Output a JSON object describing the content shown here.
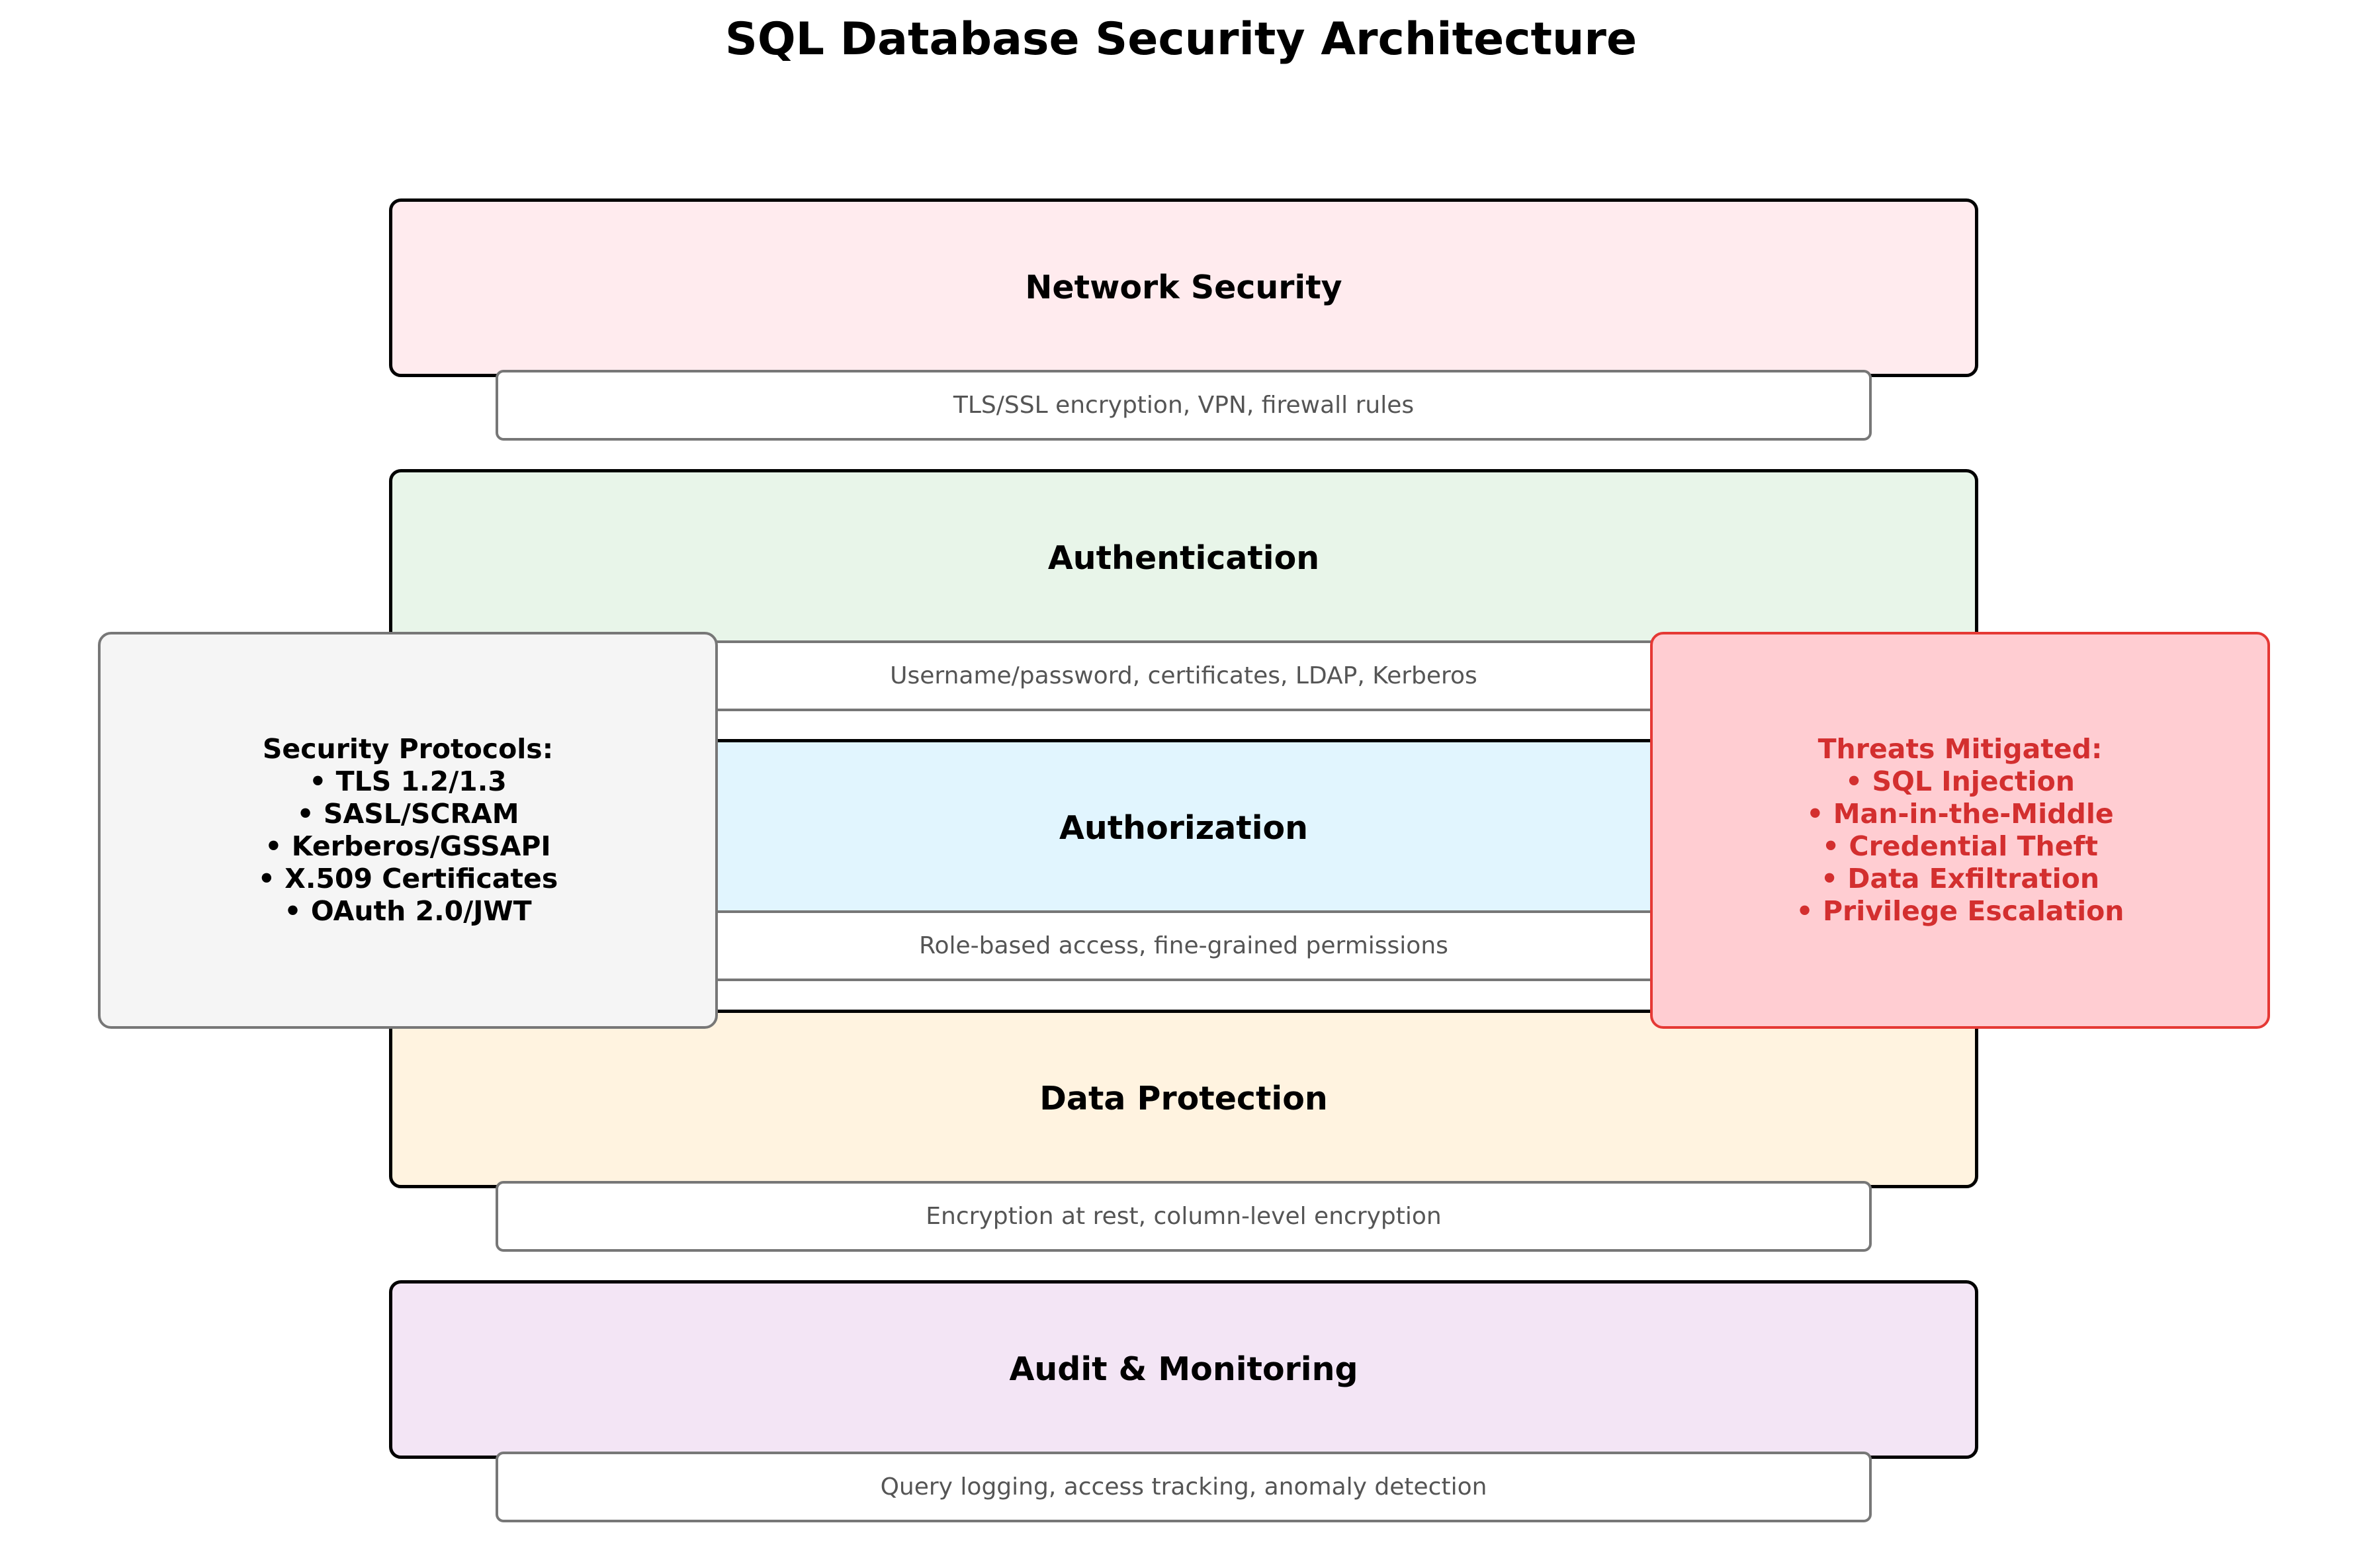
{
  "title": "SQL Database Security Architecture",
  "layers": [
    {
      "label": "Network Security",
      "description": "TLS/SSL encryption, VPN, firewall rules",
      "color": "#FFEBEE"
    },
    {
      "label": "Authentication",
      "description": "Username/password, certificates, LDAP, Kerberos",
      "color": "#E8F5E9"
    },
    {
      "label": "Authorization",
      "description": "Role-based access, fine-grained permissions",
      "color": "#E1F5FE"
    },
    {
      "label": "Data Protection",
      "description": "Encryption at rest, column-level encryption",
      "color": "#FFF3E0"
    },
    {
      "label": "Audit & Monitoring",
      "description": "Query logging, access tracking, anomaly detection",
      "color": "#F3E5F5"
    }
  ],
  "protocols": {
    "heading": "Security Protocols:",
    "items": [
      "• TLS 1.2/1.3",
      "• SASL/SCRAM",
      "• Kerberos/GSSAPI",
      "• X.509 Certificates",
      "• OAuth 2.0/JWT"
    ],
    "background": "#F5F5F5",
    "border": "#777777",
    "text_color": "#000000"
  },
  "threats": {
    "heading": "Threats Mitigated:",
    "items": [
      "• SQL Injection",
      "• Man-in-the-Middle",
      "• Credential Theft",
      "• Data Exfiltration",
      "• Privilege Escalation"
    ],
    "background": "#FFCDD2",
    "border": "#E53935",
    "text_color": "#D32F2F"
  }
}
